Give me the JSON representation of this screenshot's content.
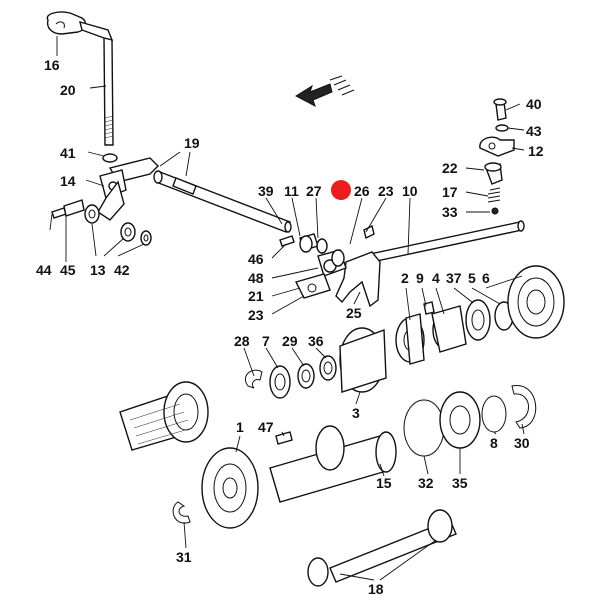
{
  "diagram": {
    "direction_indicator": "arrow-pointing-front-left",
    "highlight_color": "#ee1c1c",
    "highlighted_part": "26",
    "labels": {
      "p1": "1",
      "p2": "2",
      "p3": "3",
      "p5": "5",
      "p6": "6",
      "p7": "7",
      "p8": "8",
      "p9": "9",
      "p10": "10",
      "p11": "11",
      "p12": "12",
      "p13": "13",
      "p14": "14",
      "p15": "15",
      "p16": "16",
      "p17": "17",
      "p18": "18",
      "p19": "19",
      "p20": "20",
      "p21": "21",
      "p22": "22",
      "p23a": "23",
      "p23b": "23",
      "p25": "25",
      "p26": "26",
      "p27": "27",
      "p28": "28",
      "p29": "29",
      "p30": "30",
      "p31": "31",
      "p32": "32",
      "p33": "33",
      "p35": "35",
      "p36": "36",
      "p37": "37",
      "p39": "39",
      "p40": "40",
      "p41": "41",
      "p42": "42",
      "p43": "43",
      "p44": "44",
      "p45": "45",
      "p46": "46",
      "p47": "47",
      "p48": "48",
      "p4": "4"
    }
  }
}
